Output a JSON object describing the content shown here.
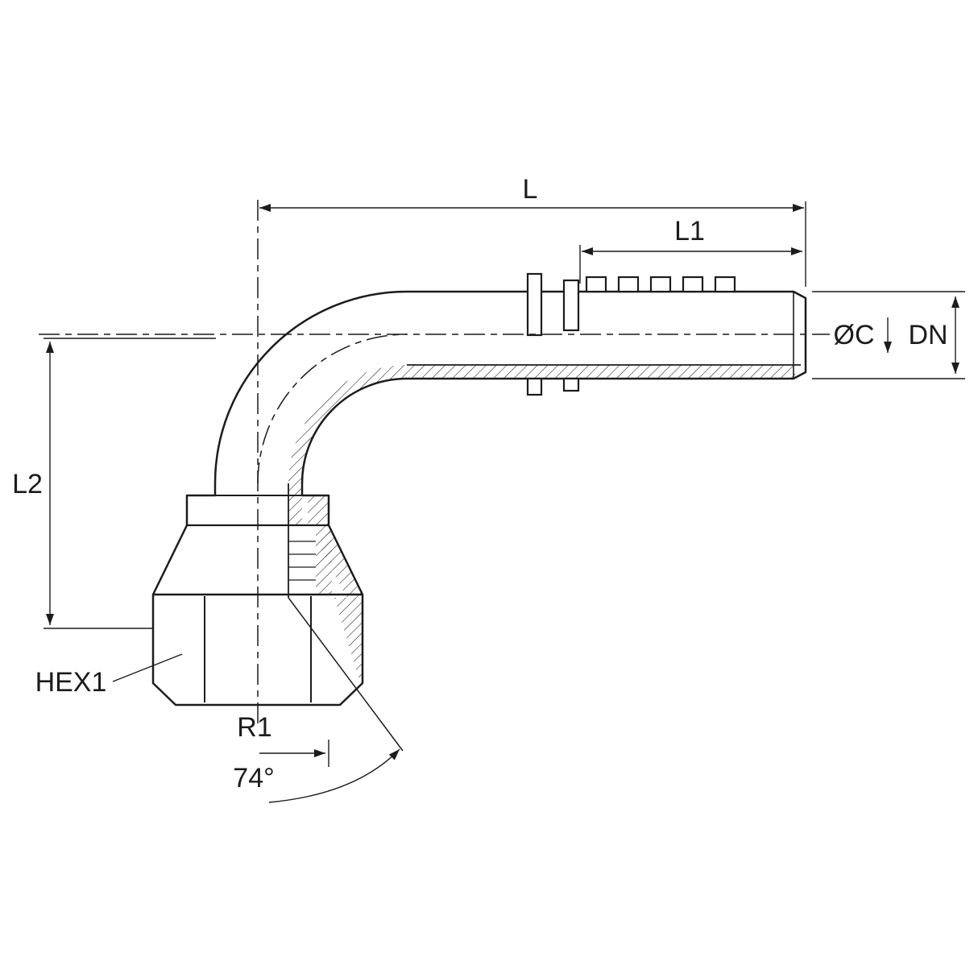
{
  "page": {
    "background": "#ffffff",
    "line_color": "#1c1c1c"
  },
  "drawing": {
    "description": "technical line drawing of a 90-degree elbow hose fitting with swivel hex nut, half-section view",
    "labels": {
      "overall_length": "L",
      "shank_length": "L1",
      "drop_height": "L2",
      "bore_diameter": "ØC",
      "nominal_diameter": "DN",
      "hex_size": "HEX1",
      "bend_radius": "R1",
      "seat_angle": "74°"
    }
  }
}
